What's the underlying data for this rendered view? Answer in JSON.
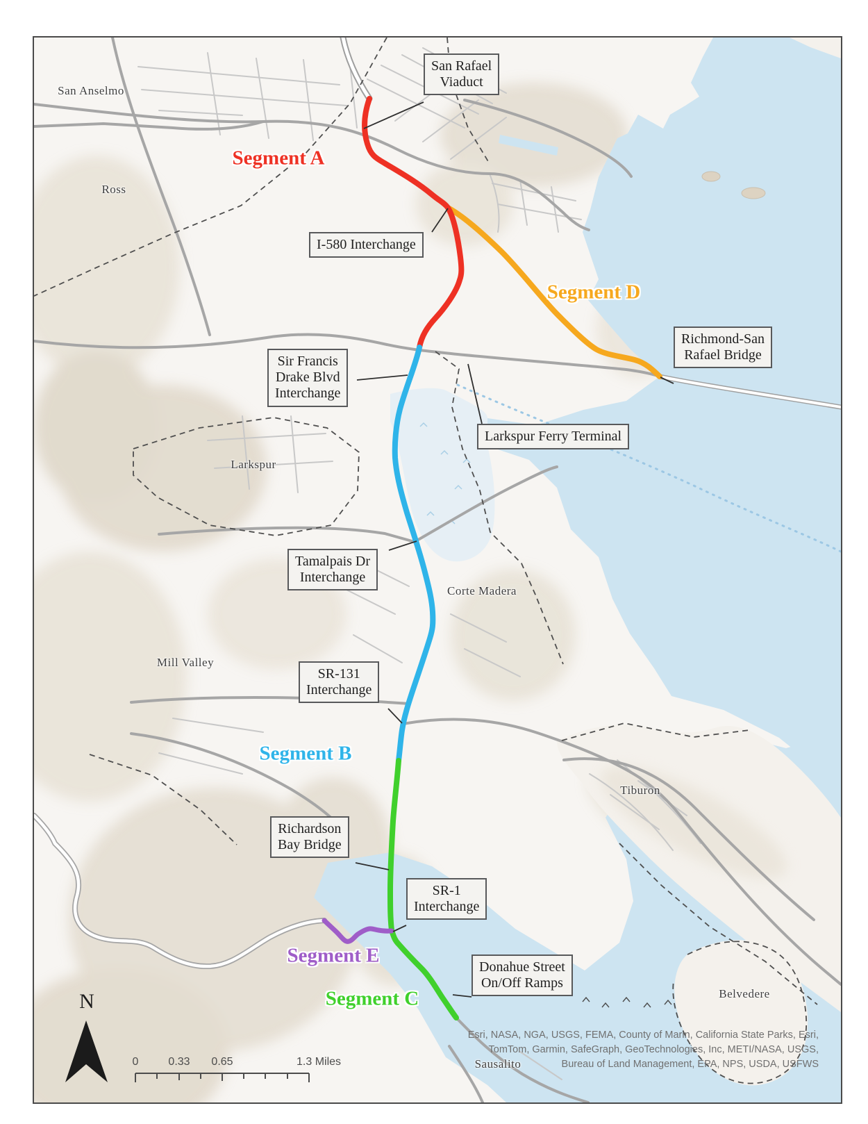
{
  "map": {
    "border_color": "#4a4a4a",
    "water_color": "#cde4f1",
    "land_color": "#f7f5f2",
    "segments": [
      {
        "label": "Segment A",
        "color": "#ee3124"
      },
      {
        "label": "Segment B",
        "color": "#2fb4e9"
      },
      {
        "label": "Segment C",
        "color": "#40d02c"
      },
      {
        "label": "Segment D",
        "color": "#f6a81e"
      },
      {
        "label": "Segment E",
        "color": "#9f5dc8"
      }
    ],
    "callouts": [
      {
        "lines": [
          "San Rafael",
          "Viaduct"
        ]
      },
      {
        "lines": [
          "I-580 Interchange"
        ]
      },
      {
        "lines": [
          "Richmond-San",
          "Rafael Bridge"
        ]
      },
      {
        "lines": [
          "Sir Francis",
          "Drake Blvd",
          "Interchange"
        ]
      },
      {
        "lines": [
          "Larkspur Ferry Terminal"
        ]
      },
      {
        "lines": [
          "Tamalpais Dr",
          "Interchange"
        ]
      },
      {
        "lines": [
          "SR-131",
          "Interchange"
        ]
      },
      {
        "lines": [
          "Richardson",
          "Bay Bridge"
        ]
      },
      {
        "lines": [
          "SR-1",
          "Interchange"
        ]
      },
      {
        "lines": [
          "Donahue Street",
          "On/Off Ramps"
        ]
      }
    ],
    "places": [
      {
        "name": "San Anselmo"
      },
      {
        "name": "Ross"
      },
      {
        "name": "Larkspur"
      },
      {
        "name": "Corte Madera"
      },
      {
        "name": "Mill Valley"
      },
      {
        "name": "Tiburon"
      },
      {
        "name": "Belvedere"
      },
      {
        "name": "Sausalito"
      }
    ],
    "north_label": "N",
    "scale_bar": {
      "labels": [
        "0",
        "0.33",
        "0.65"
      ],
      "end_label": "1.3 Miles"
    },
    "attribution": [
      "Esri, NASA, NGA, USGS, FEMA, County of Marin, California State Parks, Esri,",
      "TomTom, Garmin, SafeGraph, GeoTechnologies, Inc, METI/NASA, USGS,",
      "Bureau of Land Management, EPA, NPS, USDA, USFWS"
    ]
  }
}
